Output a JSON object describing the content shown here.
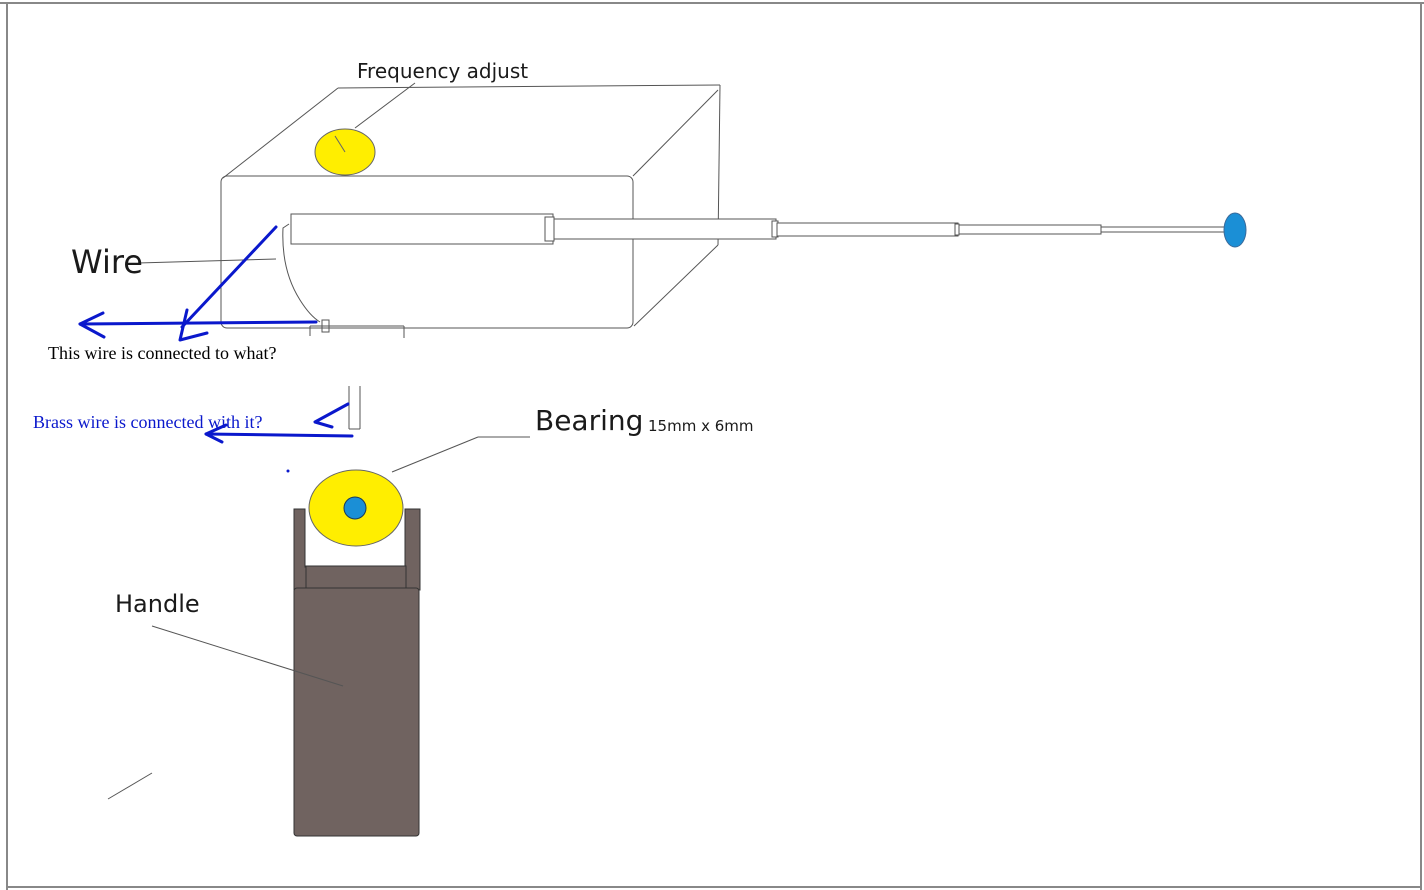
{
  "labels": {
    "frequency_adjust": "Frequency adjust",
    "wire": "Wire",
    "question_wire": "This wire is connected to what?",
    "question_brass": "Brass wire is connected with it?",
    "bearing": "Bearing",
    "bearing_size": "15mm x 6mm",
    "handle": "Handle"
  },
  "colors": {
    "knob_yellow": "#ffee00",
    "tip_blue": "#1b8fd6",
    "handle_brown": "#706360",
    "annotation_blue": "#0a18cc",
    "line_gray": "#555555"
  }
}
